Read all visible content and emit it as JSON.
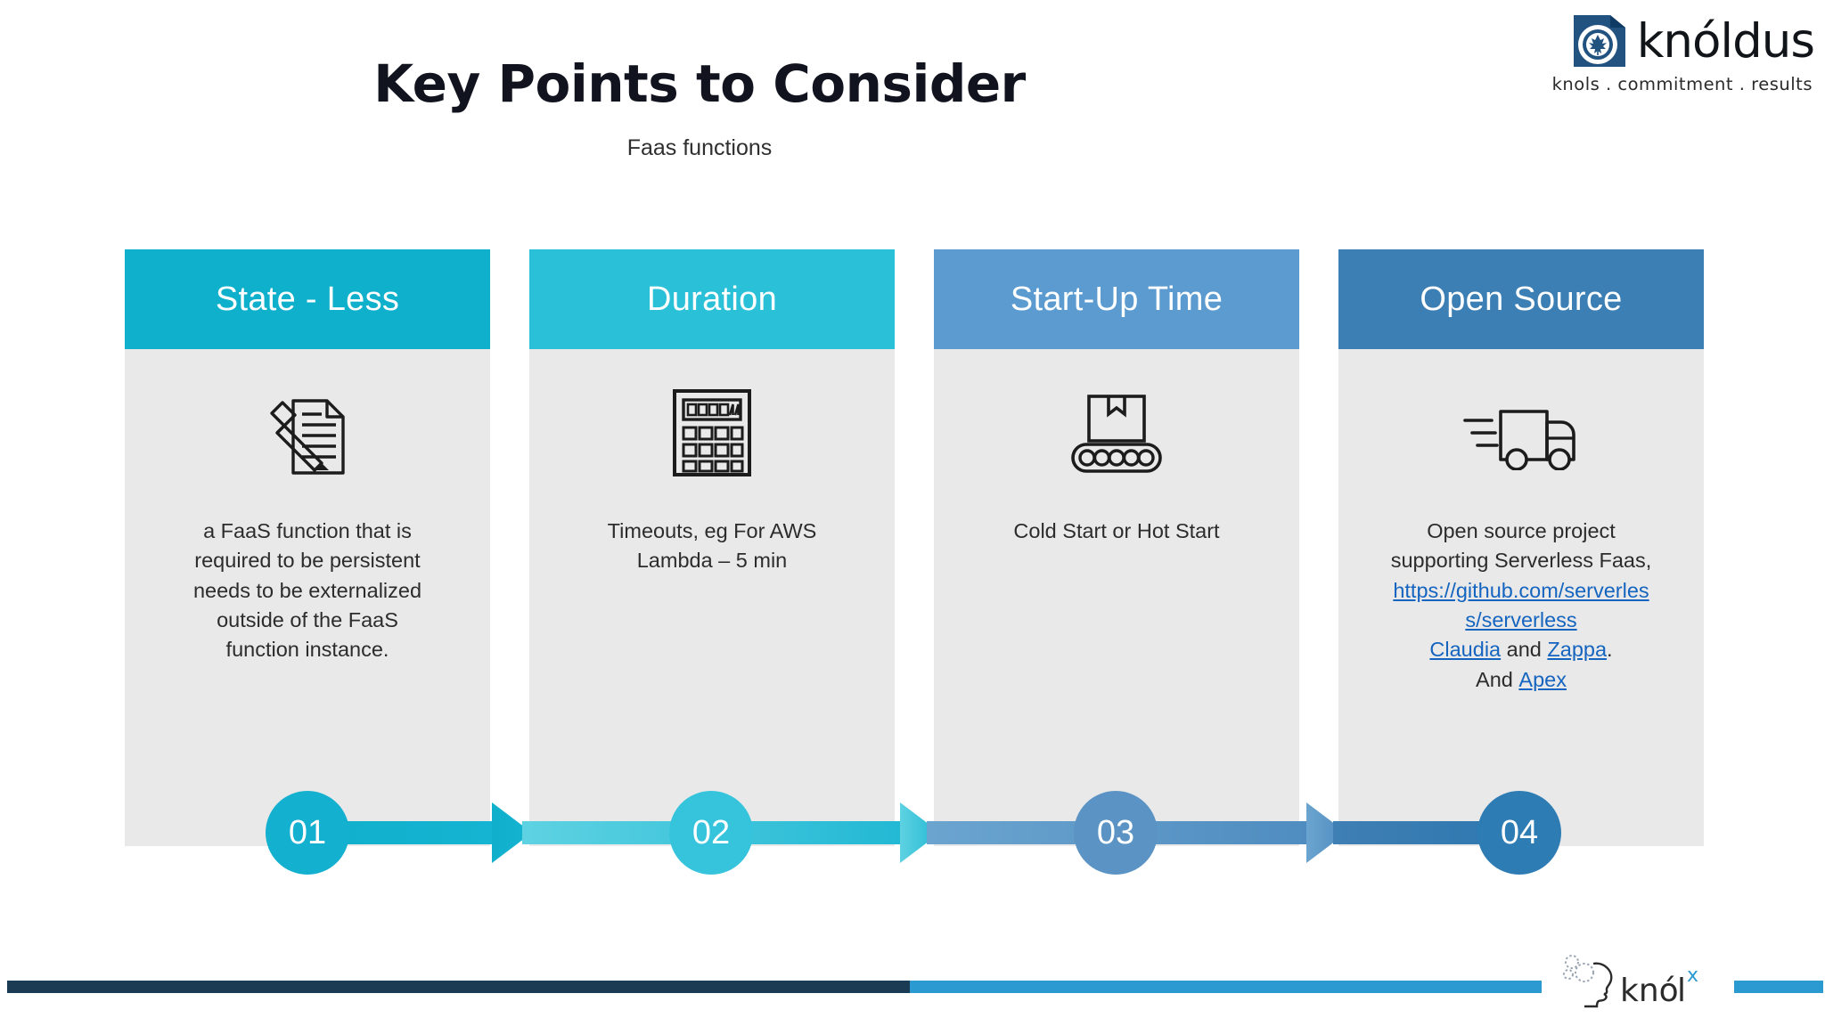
{
  "brand": {
    "name": "knóldus",
    "tagline": "knols . commitment . results",
    "mark_icon": "knoldus-maple-leaf-logo"
  },
  "header": {
    "title": "Key Points to Consider",
    "subtitle": "Faas functions"
  },
  "colors": {
    "col1_header": "#0fb0cc",
    "col2_header": "#29c0d8",
    "col3_header": "#5b9bd0",
    "col4_header": "#3b7fb5",
    "panel_body": "#e9e9e9",
    "link": "#1565c0",
    "title": "#11131f",
    "footer_dark": "#1b3a53",
    "footer_blue": "#2a9ad0"
  },
  "columns": [
    {
      "number": "01",
      "title": "State - Less",
      "icon": "document-with-pencil-icon",
      "header_color": "#0fb0cc",
      "circle_color": "#14b0cf",
      "text": "a FaaS function that is required to be persistent needs to be externalized outside of the FaaS function instance.",
      "lines": [
        "a FaaS function that is",
        "required to be persistent",
        "needs to be externalized",
        "outside of the FaaS",
        "function instance."
      ]
    },
    {
      "number": "02",
      "title": "Duration",
      "icon": "calculator-timer-icon",
      "header_color": "#29c0d8",
      "circle_color": "#35c4dc",
      "text": "Timeouts, eg For AWS Lambda – 5 min",
      "lines": [
        "Timeouts, eg For AWS",
        "Lambda – 5 min"
      ]
    },
    {
      "number": "03",
      "title": "Start-Up Time",
      "icon": "box-on-conveyor-belt-icon",
      "header_color": "#5b9bd0",
      "circle_color": "#5b94c4",
      "text": "Cold Start or Hot Start",
      "lines": [
        "Cold Start or Hot Start"
      ]
    },
    {
      "number": "04",
      "title": "Open Source",
      "icon": "delivery-truck-icon",
      "header_color": "#3b7fb5",
      "circle_color": "#2e7cb4",
      "text": "Open source project supporting Serverless Faas, https://github.com/serverless/serverless Claudia and Zappa. And Apex",
      "rich": {
        "line1": "Open source project",
        "line2": "supporting Serverless Faas,",
        "link_url_part1": "https://github.com/serverles",
        "link_url_part2": "s/serverless",
        "link_claudia": "Claudia",
        "conj": "and",
        "link_zappa": "Zappa",
        "period": ".",
        "and_word": "And",
        "link_apex": "Apex"
      }
    }
  ],
  "footer": {
    "knolx_wordmark": "knól",
    "knolx_superscript": "x",
    "knolx_icon": "knolx-head-profile-icon"
  }
}
